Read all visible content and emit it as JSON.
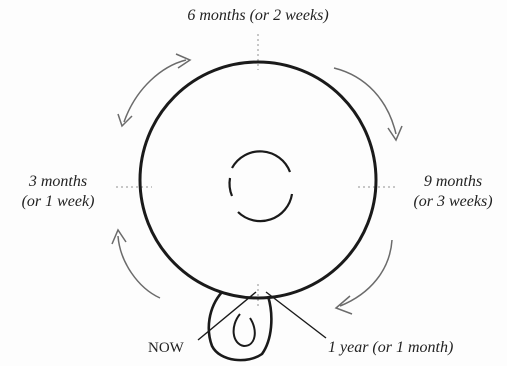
{
  "labels": {
    "top": "6 months (or 2 weeks)",
    "left_line1": "3 months",
    "left_line2": "(or 1 week)",
    "right_line1": "9 months",
    "right_line2": "(or 3 weeks)",
    "now": "NOW",
    "bottom_right": "1 year (or 1 month)"
  },
  "colors": {
    "stroke": "#1a1a1a",
    "arrow_stroke": "#6b6b6b",
    "dotted_guides": "#b5b5b5"
  }
}
